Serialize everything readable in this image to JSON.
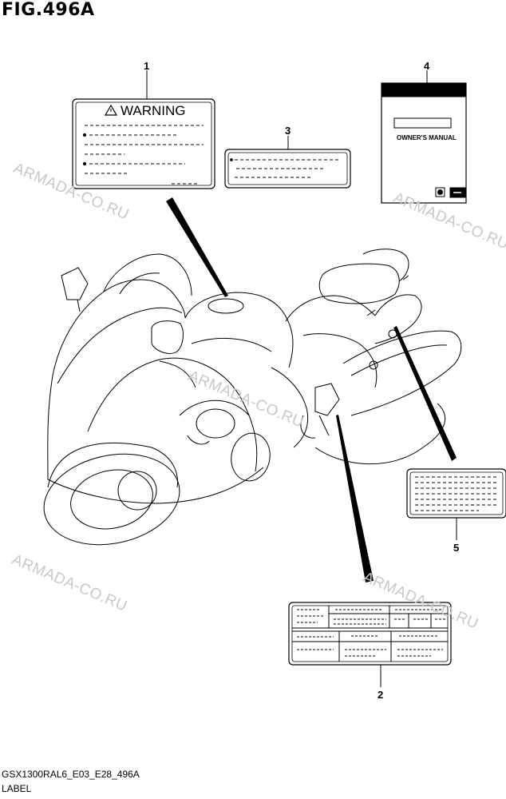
{
  "header": {
    "title": "FIG.496A"
  },
  "footer": {
    "code": "GSX1300RAL6_E03_E28_496A",
    "section": "LABEL"
  },
  "callouts": [
    "1",
    "2",
    "3",
    "4",
    "5"
  ],
  "labels": {
    "warning": "WARNING",
    "manual": "OWNER'S MANUAL"
  },
  "watermark": "ARMADA-CO.RU"
}
